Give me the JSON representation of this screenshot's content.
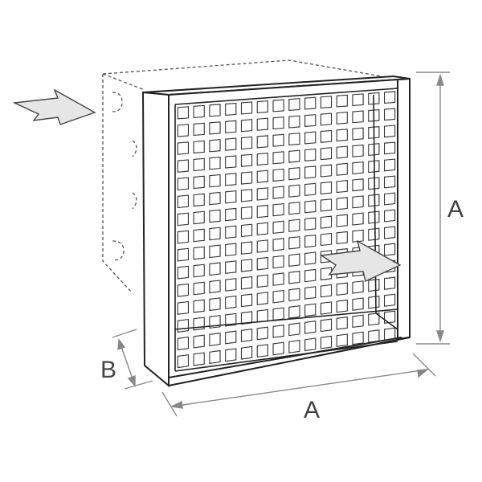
{
  "labels": {
    "height": "A",
    "width": "A",
    "depth": "B"
  },
  "grid": {
    "columns": 14,
    "rows": 15
  },
  "icons": {
    "airflow_in": "airflow-arrow-icon",
    "airflow_out": "airflow-arrow-icon"
  },
  "colors": {
    "outline": "#222222",
    "dimension": "#888888",
    "arrow_fill": "#e6e6e6",
    "label": "#444444"
  }
}
